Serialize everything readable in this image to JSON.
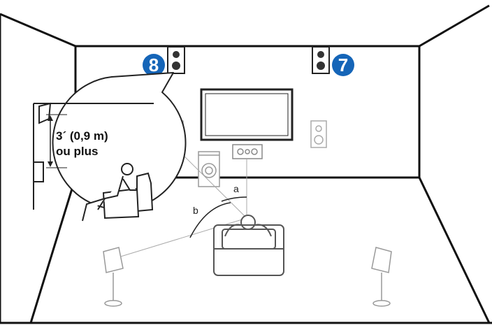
{
  "badges": {
    "left": "8",
    "right": "7"
  },
  "labels": {
    "angle_a": "a",
    "angle_b": "b"
  },
  "callout": {
    "height_line1": "3´ (0,9 m)",
    "height_line2": "ou plus"
  },
  "colors": {
    "badge_blue": "#1565b8",
    "wall_line": "#111111",
    "furniture_grey": "#777777",
    "faded_grey": "#b0b0b0",
    "speaker_dark": "#333333"
  }
}
